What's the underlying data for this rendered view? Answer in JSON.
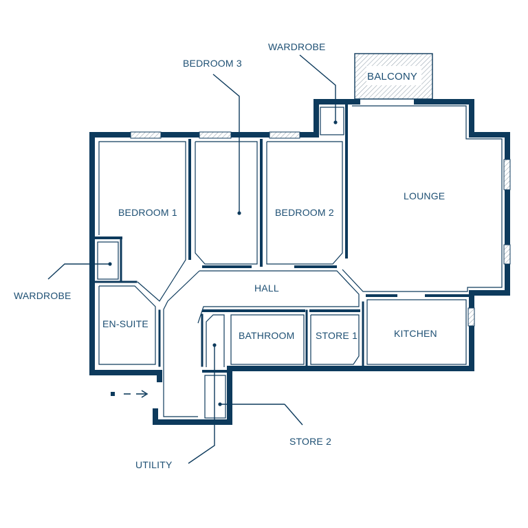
{
  "rooms": {
    "bedroom1": "BEDROOM 1",
    "bedroom2": "BEDROOM 2",
    "bedroom3": "BEDROOM 3",
    "lounge": "LOUNGE",
    "balcony": "BALCONY",
    "hall": "HALL",
    "ensuite": "EN-SUITE",
    "bathroom": "BATHROOM",
    "store1": "STORE 1",
    "store2": "STORE 2",
    "kitchen": "KITCHEN",
    "utility": "UTILITY",
    "wardrobe_top": "WARDROBE",
    "wardrobe_left": "WARDROBE"
  },
  "colors": {
    "wall": "#0d3a5c",
    "text": "#1d4f73",
    "background": "#ffffff"
  },
  "icons": {
    "entrance": "dashed-arrow-right-icon"
  }
}
